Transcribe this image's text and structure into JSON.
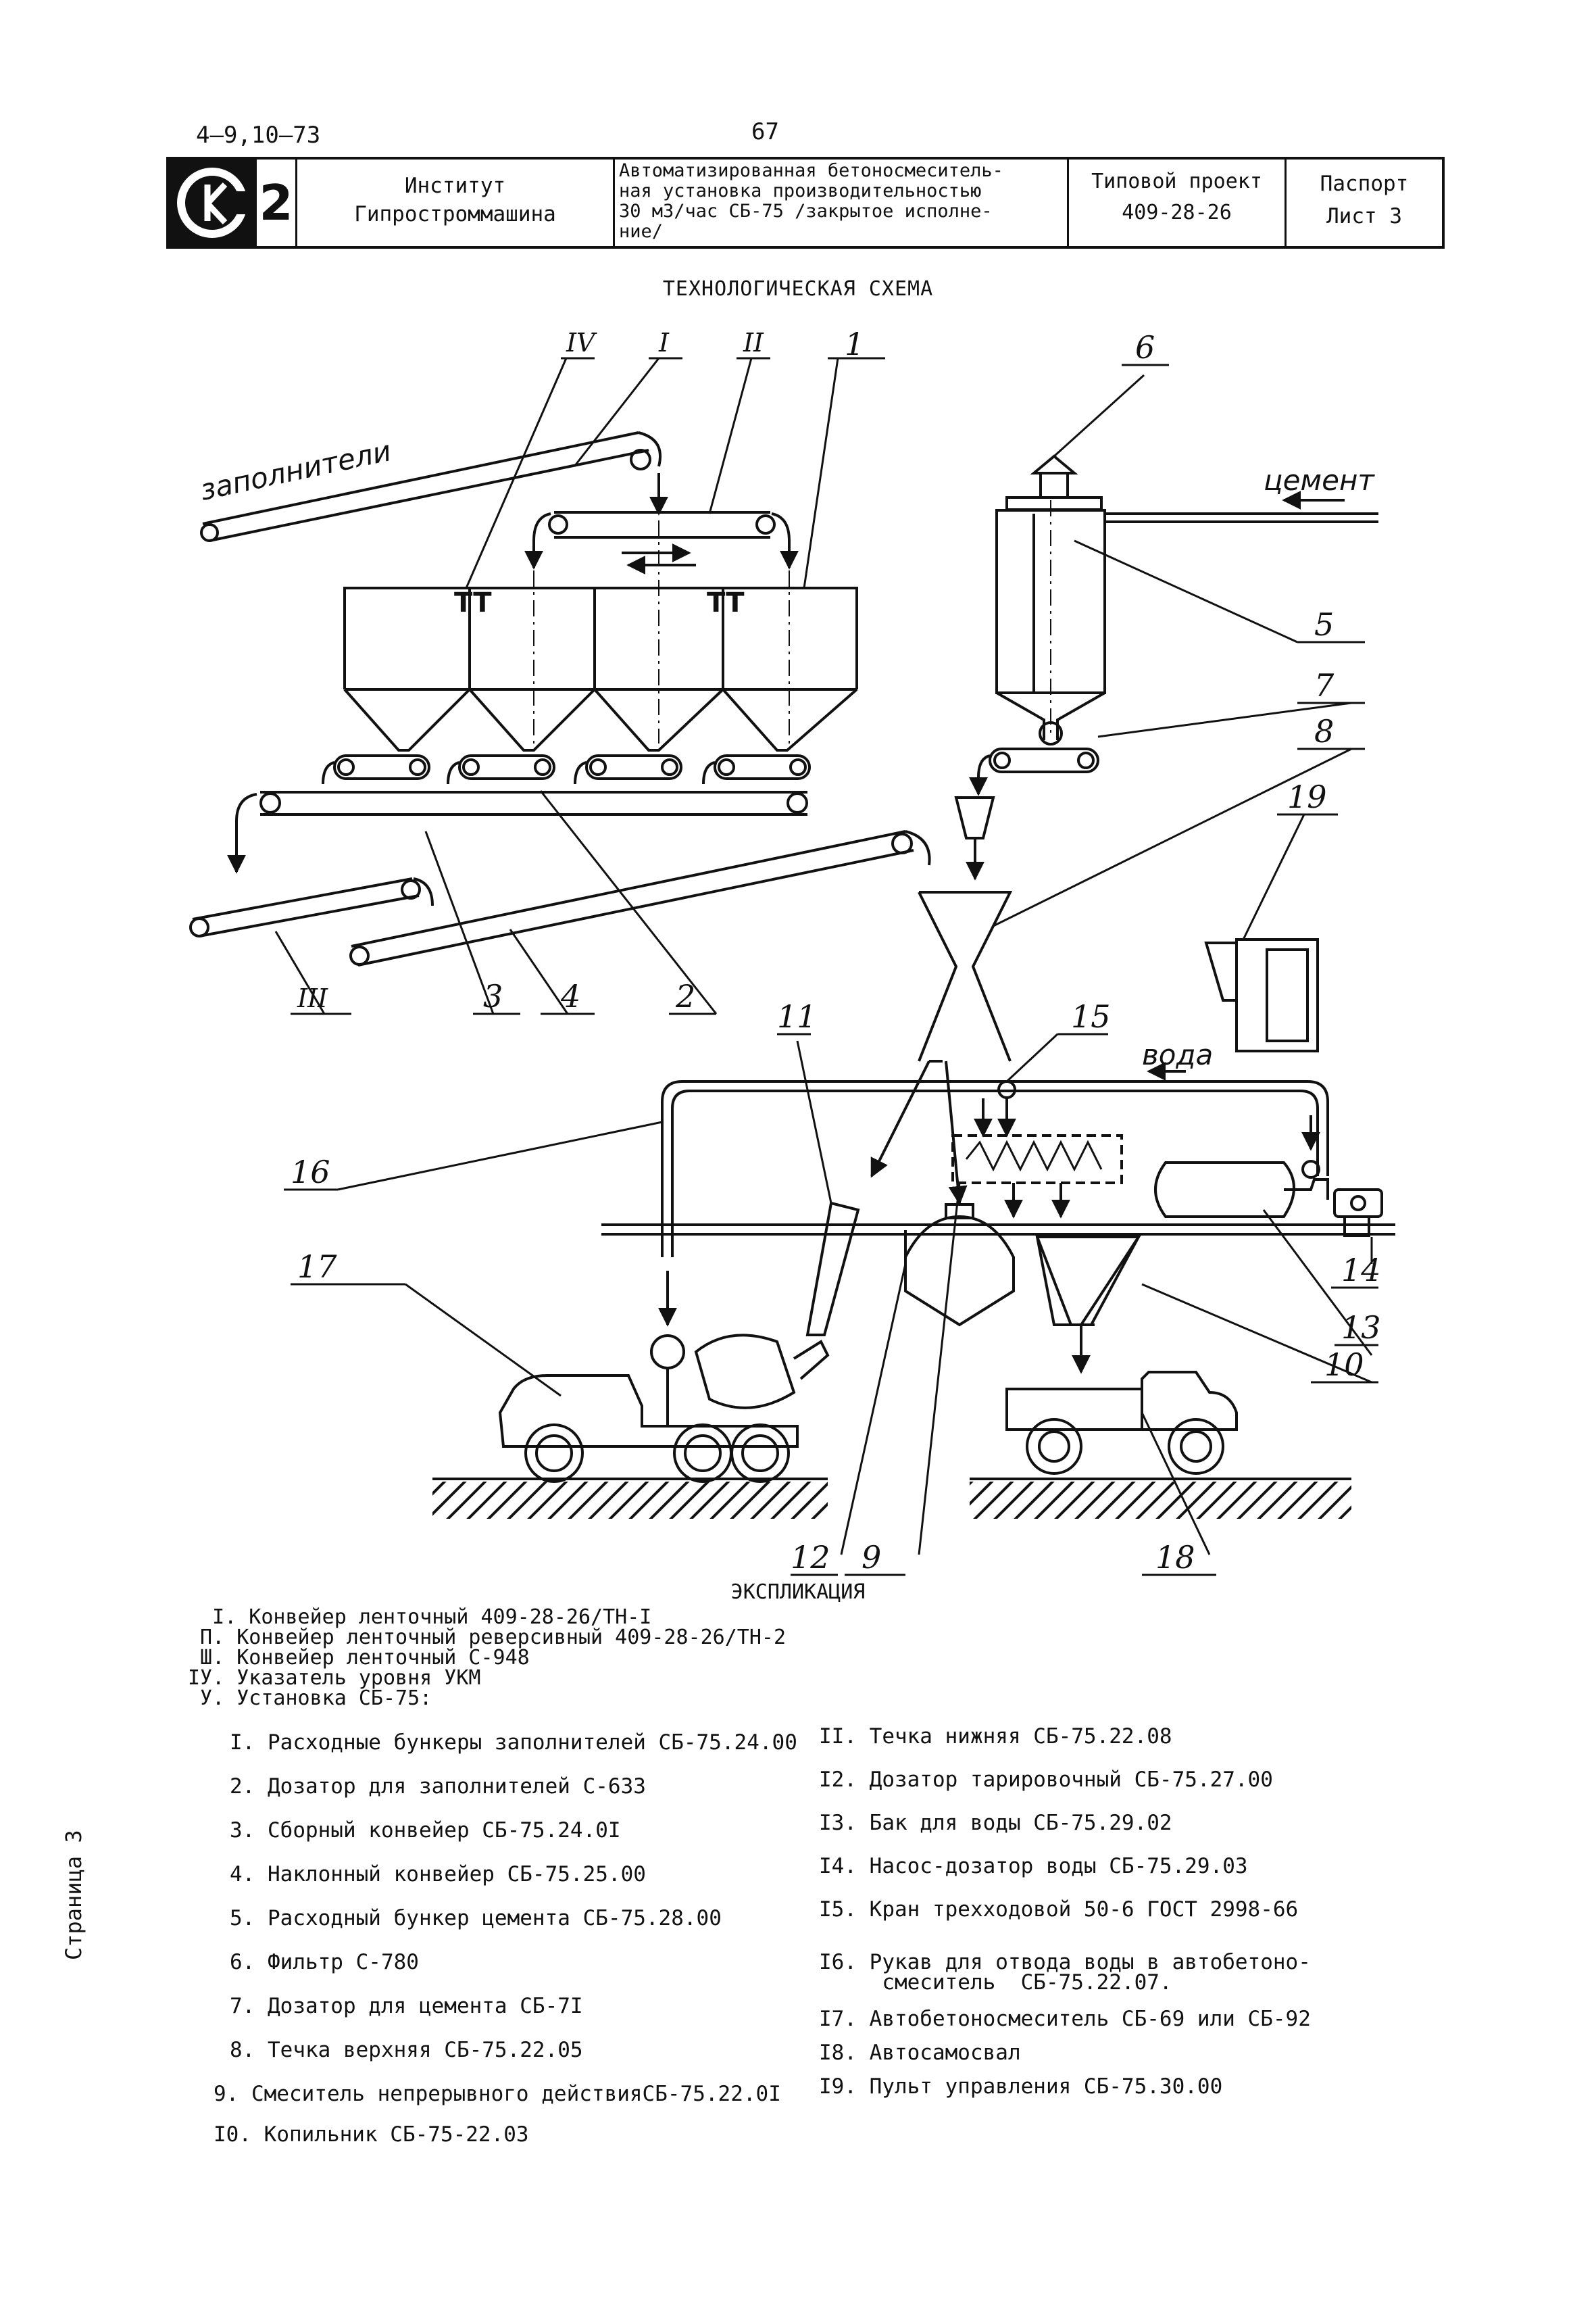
{
  "doc_code": "4–9,10–73",
  "page_number": "67",
  "stamp": {
    "series_number": "2",
    "institute": [
      "Институт",
      "Гипростроммашина"
    ],
    "title_lines": [
      "Автоматизированная бетоносмеситель-",
      "ная установка производительностью",
      "30 м3/час СБ-75 /закрытое исполне-",
      "ние/"
    ],
    "project": [
      "Типовой проект",
      "409-28-26"
    ],
    "passport": [
      "Паспорт",
      "Лист 3"
    ]
  },
  "schema_title": "ТЕХНОЛОГИЧЕСКАЯ СХЕМА",
  "diagram_labels": {
    "IV": "IV",
    "I": "I",
    "II": "II",
    "III": "III",
    "n1": "1",
    "n2": "2",
    "n3": "3",
    "n4": "4",
    "n5": "5",
    "n6": "6",
    "n7": "7",
    "n8": "8",
    "n9": "9",
    "n10": "10",
    "n11": "11",
    "n12": "12",
    "n13": "13",
    "n14": "14",
    "n15": "15",
    "n16": "16",
    "n17": "17",
    "n18": "18",
    "n19": "19"
  },
  "flows": {
    "aggregates": "заполнители",
    "cement": "цемент",
    "water": "вода"
  },
  "explication_title": "ЭКСПЛИКАЦИЯ",
  "header_items": [
    "  I. Конвейер ленточный 409-28-26/ТН-I",
    " П. Конвейер ленточный реверсивный 409-28-26/ТН-2",
    " Ш. Конвейер ленточный С-948",
    "IУ. Указатель уровня УКМ",
    " У. Установка СБ-75:"
  ],
  "items_left": [
    "I. Расходные бункеры заполнителей СБ-75.24.00",
    "2. Дозатор для заполнителей С-633",
    "3. Сборный конвейер СБ-75.24.0I",
    "4. Наклонный конвейер СБ-75.25.00",
    "5. Расходный бункер цемента СБ-75.28.00",
    "6. Фильтр С-780",
    "7. Дозатор для цемента СБ-7I",
    "8. Течка верхняя СБ-75.22.05",
    "9. Смеситель непрерывного действияСБ-75.22.0I",
    "I0. Копильник СБ-75-22.03"
  ],
  "items_right": [
    "II. Течка нижняя СБ-75.22.08",
    "I2. Дозатор тарировочный СБ-75.27.00",
    "I3. Бак для воды  СБ-75.29.02",
    "I4. Насос-дозатор воды СБ-75.29.03",
    "I5. Кран трехходовой 50-6 ГОСТ 2998-66",
    "I6. Рукав для отвода воды в автобетоно-",
    "     смеситель  СБ-75.22.07.",
    "I7. Автобетоносмеситель СБ-69 или  СБ-92",
    "I8. Автосамосвал",
    "I9. Пульт управления СБ-75.30.00"
  ],
  "side_text": "Страница 3"
}
